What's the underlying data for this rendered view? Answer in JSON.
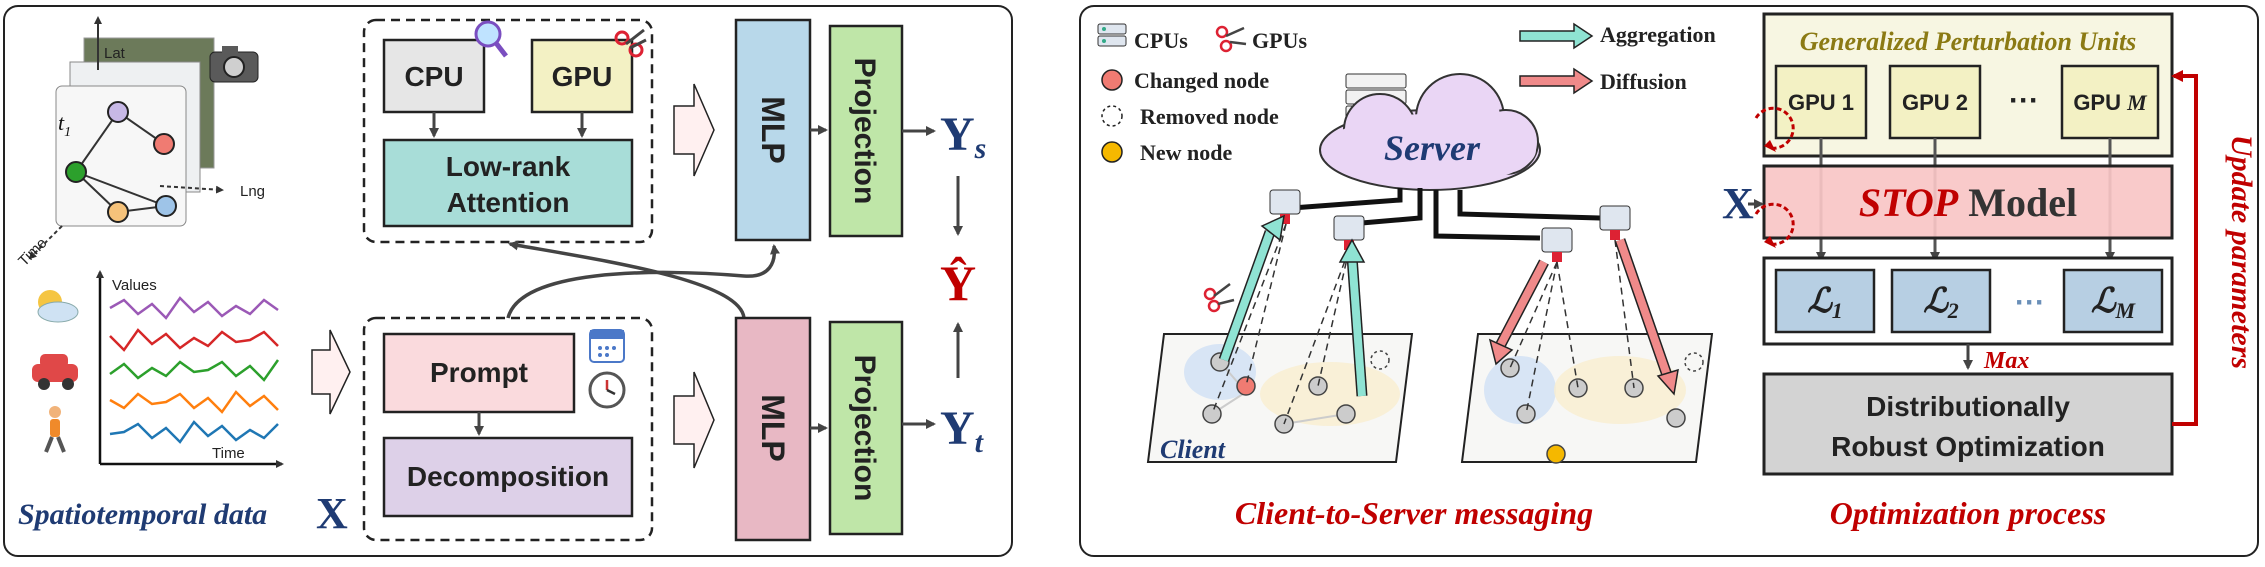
{
  "left_panel": {
    "map_axes": {
      "lat": "Lat",
      "lng": "Lng",
      "time": "Time",
      "t_label": "t",
      "t_sub": "1"
    },
    "series_axes": {
      "values": "Values",
      "time": "Time"
    },
    "caption_text": "Spatiotemporal data",
    "caption_var": "X",
    "cpu_label": "CPU",
    "gpu_label": "GPU",
    "attention_line1": "Low-rank",
    "attention_line2": "Attention",
    "prompt_label": "Prompt",
    "decomposition_label": "Decomposition",
    "mlp_top": "MLP",
    "mlp_bottom": "MLP",
    "projection_top": "Projection",
    "projection_bottom": "Projection",
    "y_s": "Y",
    "y_s_sub": "s",
    "y_hat": "Ŷ",
    "y_t": "Y",
    "y_t_sub": "t",
    "series_colors": [
      "#9b59b6",
      "#d62728",
      "#2ca02c",
      "#ff7f0e",
      "#1f77b4"
    ]
  },
  "right_panel": {
    "legend": {
      "cpus": "CPUs",
      "gpus": "GPUs",
      "changed_node": "Changed node",
      "removed_node": "Removed node",
      "new_node": "New node",
      "aggregation": "Aggregation",
      "diffusion": "Diffusion"
    },
    "server_label": "Server",
    "client_label": "Client",
    "caption_messaging": "Client-to-Server messaging",
    "caption_optimization": "Optimization process",
    "gpu_units_title": "Generalized Perturbation Units",
    "gpu1": "GPU 1",
    "gpu2": "GPU 2",
    "gpu_dots": "···",
    "gpu_m_prefix": "GPU ",
    "gpu_m_var": "M",
    "model_italic": "STOP",
    "model_rest": " Model",
    "x_input": "X",
    "loss_symbol": "ℒ",
    "loss1_sub": "1",
    "loss2_sub": "2",
    "lossm_sub": "M",
    "loss_dots": "···",
    "max_label": "Max",
    "dro_line1": "Distributionally",
    "dro_line2": "Robust Optimization",
    "update_label": "Update parameters"
  },
  "colors": {
    "navy": "#1f3b73",
    "crimson": "#c00000",
    "cpu_fill": "#e6e6e6",
    "gpu_fill": "#f3f1c4",
    "attention_fill": "#a8ddd8",
    "prompt_fill": "#fadadd",
    "decomp_fill": "#ddd0e8",
    "mlp_top_fill": "#b8d8ea",
    "mlp_bottom_fill": "#e8b8c4",
    "projection_fill": "#bfe6a8",
    "gpu_units_bg": "#f7f6e2",
    "model_fill": "#f9c6c6",
    "loss_fill": "#b7cfe3",
    "dro_fill": "#d3d3d3",
    "aggregation_color": "#8fe3d3",
    "diffusion_color": "#f08a8a"
  }
}
